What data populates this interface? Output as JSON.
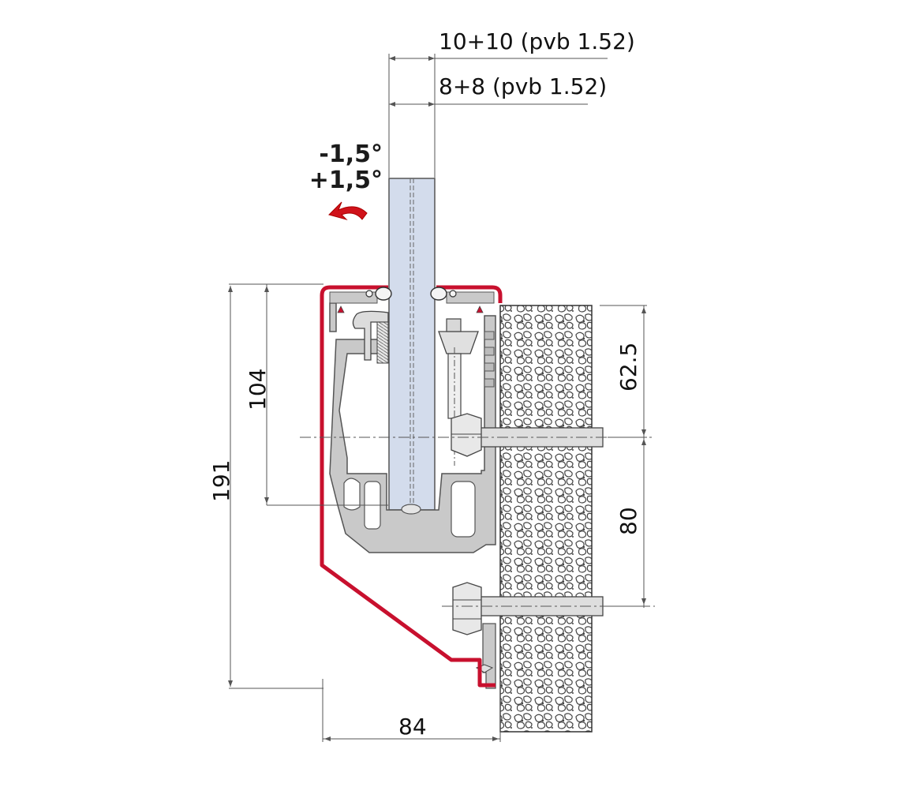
{
  "glass_options": {
    "option_a": "10+10 (pvb 1.52)",
    "option_b": "8+8 (pvb 1.52)"
  },
  "tilt": {
    "minus": "-1,5°",
    "plus": "+1,5°"
  },
  "dimensions": {
    "total_height": "191",
    "glass_insertion_depth": "104",
    "width": "84",
    "upper_anchor_offset": "62.5",
    "anchor_spacing": "80"
  },
  "colors": {
    "cover_profile": "#c8102e",
    "aluminium": "#c9c9c9",
    "glass": "#d3dcec",
    "arrow": "#d0121a",
    "dimension_lines": "#555555"
  }
}
